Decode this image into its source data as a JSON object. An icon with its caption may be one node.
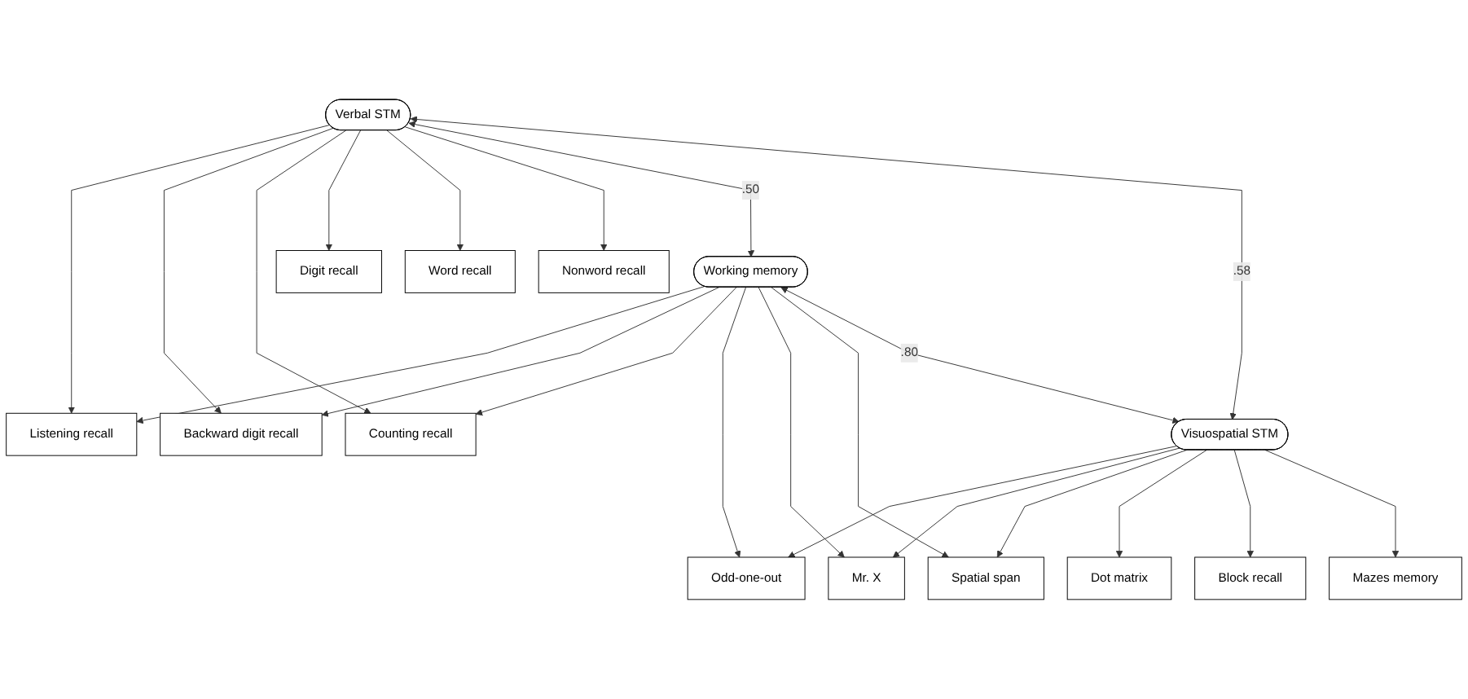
{
  "diagram": {
    "nodes": [
      {
        "text": [
          "Listening recall"
        ]
      },
      {
        "text": [
          "Backward digit recall"
        ]
      },
      {
        "text": [
          "Counting recall"
        ]
      },
      {
        "text": [
          "Digit recall"
        ]
      },
      {
        "text": [
          "Word recall"
        ]
      },
      {
        "text": [
          "Nonword recall"
        ]
      },
      {
        "text": [
          "Working memory"
        ]
      },
      {
        "text": [
          "Verbal STM"
        ]
      },
      {
        "text": [
          "Visuospatial STM"
        ]
      },
      {
        "text": [
          "Odd-one-out"
        ]
      },
      {
        "text": [
          "Mr. X"
        ]
      },
      {
        "text": [
          "Spatial span"
        ]
      },
      {
        "text": [
          "Dot matrix"
        ]
      },
      {
        "text": [
          "Block recall"
        ]
      },
      {
        "text": [
          "Mazes memory"
        ]
      }
    ],
    "edges": [
      {
        "from": 6,
        "to": 0,
        "arrow": "to"
      },
      {
        "from": 6,
        "to": 1,
        "arrow": "to"
      },
      {
        "from": 6,
        "to": 2,
        "arrow": "to"
      },
      {
        "from": 6,
        "to": 9,
        "arrow": "to"
      },
      {
        "from": 6,
        "to": 10,
        "arrow": "to"
      },
      {
        "from": 6,
        "to": 11,
        "arrow": "to"
      },
      {
        "from": 7,
        "to": 0,
        "arrow": "to"
      },
      {
        "from": 7,
        "to": 1,
        "arrow": "to"
      },
      {
        "from": 7,
        "to": 2,
        "arrow": "to"
      },
      {
        "from": 7,
        "to": 3,
        "arrow": "to"
      },
      {
        "from": 7,
        "to": 4,
        "arrow": "to"
      },
      {
        "from": 7,
        "to": 5,
        "arrow": "to"
      },
      {
        "from": 8,
        "to": 9,
        "arrow": "to"
      },
      {
        "from": 8,
        "to": 10,
        "arrow": "to"
      },
      {
        "from": 8,
        "to": 11,
        "arrow": "to"
      },
      {
        "from": 8,
        "to": 12,
        "arrow": "to"
      },
      {
        "from": 8,
        "to": 13,
        "arrow": "to"
      },
      {
        "from": 8,
        "to": 14,
        "arrow": "to"
      },
      {
        "from": 7,
        "to": 6,
        "arrow": "both",
        "label": ".50"
      },
      {
        "from": 6,
        "to": 8,
        "arrow": "both",
        "label": ".80"
      },
      {
        "from": 7,
        "to": 8,
        "arrow": "both",
        "label": ".58"
      }
    ]
  }
}
